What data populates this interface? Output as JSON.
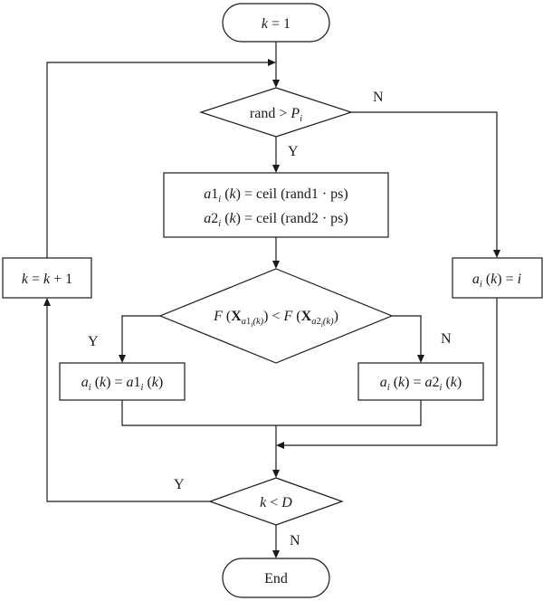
{
  "flowchart": {
    "start": {
      "var": "k",
      "eq": " = 1"
    },
    "decision_rand": {
      "text": "rand > ",
      "var": "P",
      "sub": "i"
    },
    "assign_box": {
      "line1": {
        "var": "a",
        "num": "1",
        "sub": "i",
        "arg": " (",
        "argvar": "k",
        "rest": ") = ceil (rand1 · ps)"
      },
      "line2": {
        "var": "a",
        "num": "2",
        "sub": "i",
        "arg": " (",
        "argvar": "k",
        "rest": ") = ceil (rand2 · ps)"
      }
    },
    "decision_fitness": {
      "f": "F",
      "paren_open": " (",
      "x": "X",
      "sub1_a": "a",
      "sub1_num": "1",
      "sub1_i": "i",
      "sub1_k": "(k)",
      "close_lt": ") < ",
      "f2": "F",
      "paren_open2": " (",
      "x2": "X",
      "sub2_a": "a",
      "sub2_num": "2",
      "sub2_i": "i",
      "sub2_k": "(k)",
      "close": ")"
    },
    "assign_left": {
      "var": "a",
      "sub": "i",
      "mid": " (",
      "kvar": "k",
      "eq": ") = ",
      "rhs_var": "a",
      "rhs_num": "1",
      "rhs_sub": "i",
      "rhs_open": " (",
      "rhs_k": "k",
      "rhs_close": ")"
    },
    "assign_right": {
      "var": "a",
      "sub": "i",
      "mid": " (",
      "kvar": "k",
      "eq": ") = ",
      "rhs_var": "a",
      "rhs_num": "2",
      "rhs_sub": "i",
      "rhs_open": " (",
      "rhs_k": "k",
      "rhs_close": ")"
    },
    "assign_far_right": {
      "var": "a",
      "sub": "i",
      "mid": " (",
      "kvar": "k",
      "eq": ") = ",
      "rhs": "i"
    },
    "increment": {
      "var": "k",
      "eq": " = ",
      "var2": "k",
      "rest": " + 1"
    },
    "decision_loop": {
      "var": "k",
      "lt": " < ",
      "var2": "D"
    },
    "end": "End",
    "labels": {
      "rand_no": "N",
      "rand_yes": "Y",
      "fitness_yes": "Y",
      "fitness_no": "N",
      "loop_yes": "Y",
      "loop_no": "N"
    }
  }
}
